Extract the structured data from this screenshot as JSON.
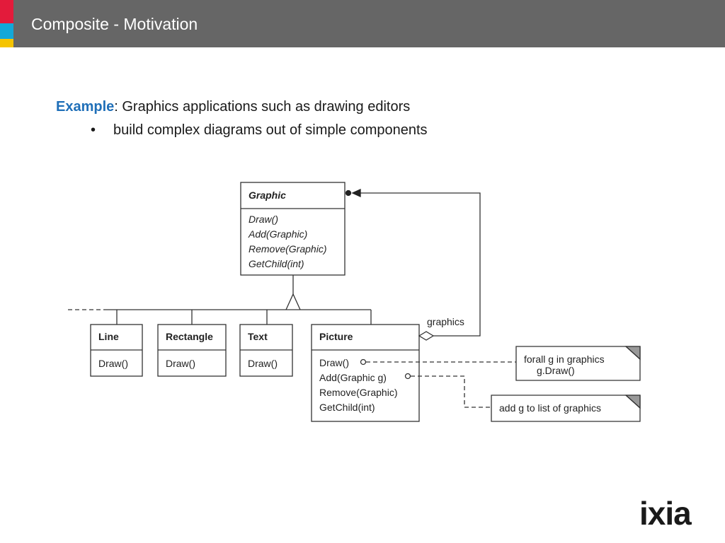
{
  "slide": {
    "title": "Composite - Motivation",
    "example_keyword": "Example",
    "example_text": ": Graphics applications such as drawing editors",
    "bullet_mark": "•",
    "bullet_text": "build complex diagrams out of simple components",
    "logo_text": "ixia"
  },
  "colors": {
    "title_bar": "#666666",
    "accent_red": "#e31b3b",
    "accent_cyan": "#13a8d8",
    "accent_yellow": "#f5c400",
    "keyword_blue": "#1f6fb8"
  },
  "diagram": {
    "graphic_class": {
      "name": "Graphic",
      "ops": [
        "Draw()",
        "Add(Graphic)",
        "Remove(Graphic)",
        "GetChild(int)"
      ]
    },
    "line_class": {
      "name": "Line",
      "op": "Draw()"
    },
    "rectangle_class": {
      "name": "Rectangle",
      "op": "Draw()"
    },
    "text_class": {
      "name": "Text",
      "op": "Draw()"
    },
    "picture_class": {
      "name": "Picture",
      "ops": [
        "Draw()",
        "Add(Graphic g)",
        "Remove(Graphic)",
        "GetChild(int)"
      ]
    },
    "association_label": "graphics",
    "note_draw": [
      "forall g in graphics",
      "g.Draw()"
    ],
    "note_add": "add g to list of graphics"
  }
}
